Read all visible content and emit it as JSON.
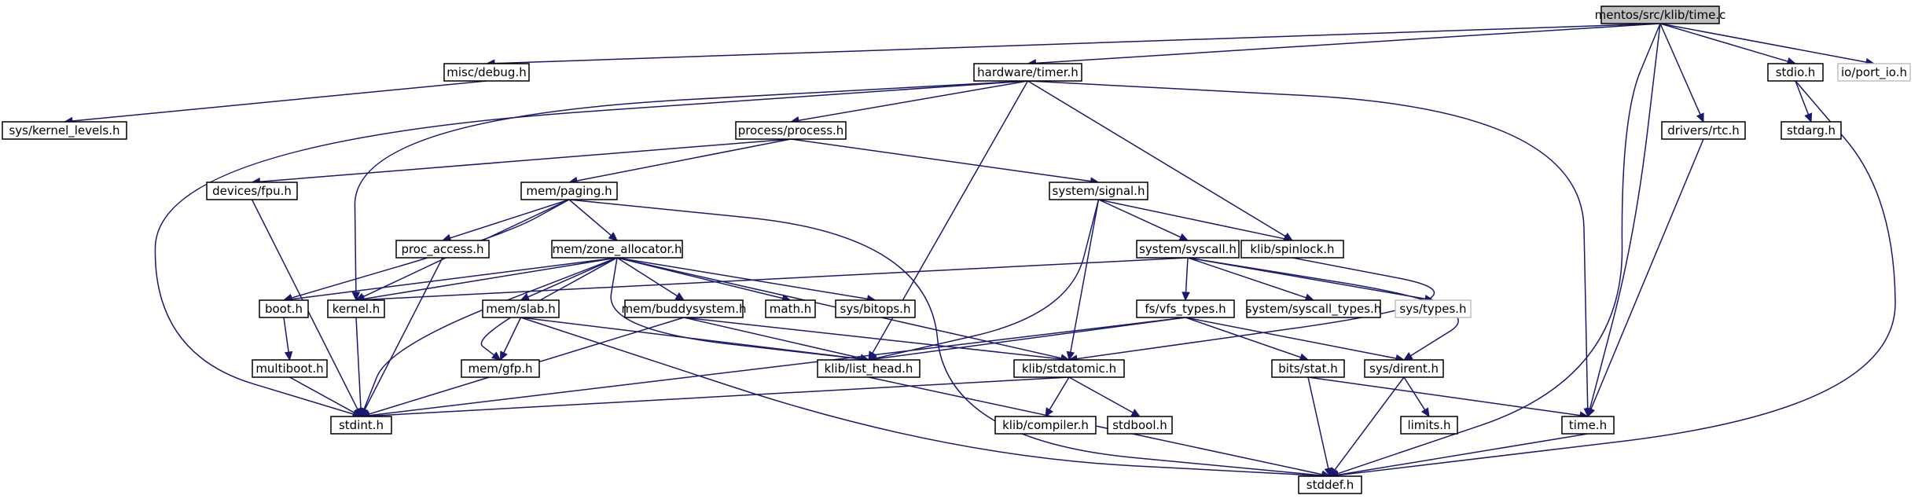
{
  "colors": {
    "edge": "#191970",
    "root_fill": "#bfbfbf",
    "external_border": "#bfbfbf"
  },
  "nodes": [
    {
      "id": "root",
      "label": "mentos/src/klib/time.c",
      "kind": "root"
    },
    {
      "id": "misc_debug",
      "label": "misc/debug.h"
    },
    {
      "id": "hardware_timer",
      "label": "hardware/timer.h"
    },
    {
      "id": "stdio",
      "label": "stdio.h"
    },
    {
      "id": "io_port_io",
      "label": "io/port_io.h",
      "kind": "external"
    },
    {
      "id": "sys_kernel_levels",
      "label": "sys/kernel_levels.h"
    },
    {
      "id": "process",
      "label": "process/process.h"
    },
    {
      "id": "drivers_rtc",
      "label": "drivers/rtc.h"
    },
    {
      "id": "stdarg",
      "label": "stdarg.h"
    },
    {
      "id": "devices_fpu",
      "label": "devices/fpu.h"
    },
    {
      "id": "mem_paging",
      "label": "mem/paging.h"
    },
    {
      "id": "system_signal",
      "label": "system/signal.h"
    },
    {
      "id": "proc_access",
      "label": "proc_access.h"
    },
    {
      "id": "zone_allocator",
      "label": "mem/zone_allocator.h"
    },
    {
      "id": "system_syscall",
      "label": "system/syscall.h"
    },
    {
      "id": "klib_spinlock",
      "label": "klib/spinlock.h"
    },
    {
      "id": "boot",
      "label": "boot.h"
    },
    {
      "id": "kernel",
      "label": "kernel.h"
    },
    {
      "id": "mem_slab",
      "label": "mem/slab.h"
    },
    {
      "id": "buddysystem",
      "label": "mem/buddysystem.h"
    },
    {
      "id": "math",
      "label": "math.h"
    },
    {
      "id": "sys_bitops",
      "label": "sys/bitops.h"
    },
    {
      "id": "fs_vfs_types",
      "label": "fs/vfs_types.h"
    },
    {
      "id": "syscall_types",
      "label": "system/syscall_types.h"
    },
    {
      "id": "sys_types",
      "label": "sys/types.h",
      "kind": "external"
    },
    {
      "id": "multiboot",
      "label": "multiboot.h"
    },
    {
      "id": "mem_gfp",
      "label": "mem/gfp.h"
    },
    {
      "id": "list_head",
      "label": "klib/list_head.h"
    },
    {
      "id": "stdatomic",
      "label": "klib/stdatomic.h"
    },
    {
      "id": "bits_stat",
      "label": "bits/stat.h"
    },
    {
      "id": "sys_dirent",
      "label": "sys/dirent.h"
    },
    {
      "id": "stdint",
      "label": "stdint.h"
    },
    {
      "id": "compiler",
      "label": "klib/compiler.h"
    },
    {
      "id": "stdbool",
      "label": "stdbool.h"
    },
    {
      "id": "limits",
      "label": "limits.h"
    },
    {
      "id": "time_h",
      "label": "time.h"
    },
    {
      "id": "stddef",
      "label": "stddef.h"
    }
  ],
  "edges": [
    {
      "from": "root",
      "to": "misc_debug"
    },
    {
      "from": "root",
      "to": "hardware_timer"
    },
    {
      "from": "root",
      "to": "stdio"
    },
    {
      "from": "root",
      "to": "io_port_io"
    },
    {
      "from": "root",
      "to": "drivers_rtc"
    },
    {
      "from": "root",
      "to": "time_h"
    },
    {
      "from": "root",
      "to": "stddef"
    },
    {
      "from": "misc_debug",
      "to": "sys_kernel_levels"
    },
    {
      "from": "hardware_timer",
      "to": "stdint"
    },
    {
      "from": "hardware_timer",
      "to": "kernel"
    },
    {
      "from": "hardware_timer",
      "to": "process"
    },
    {
      "from": "hardware_timer",
      "to": "list_head"
    },
    {
      "from": "hardware_timer",
      "to": "klib_spinlock"
    },
    {
      "from": "hardware_timer",
      "to": "time_h"
    },
    {
      "from": "stdio",
      "to": "stdarg"
    },
    {
      "from": "stdio",
      "to": "stddef"
    },
    {
      "from": "drivers_rtc",
      "to": "time_h"
    },
    {
      "from": "process",
      "to": "devices_fpu"
    },
    {
      "from": "process",
      "to": "mem_paging"
    },
    {
      "from": "process",
      "to": "system_signal"
    },
    {
      "from": "devices_fpu",
      "to": "stdint"
    },
    {
      "from": "mem_paging",
      "to": "proc_access"
    },
    {
      "from": "mem_paging",
      "to": "zone_allocator"
    },
    {
      "from": "mem_paging",
      "to": "boot"
    },
    {
      "from": "mem_paging",
      "to": "kernel"
    },
    {
      "from": "mem_paging",
      "to": "stddef"
    },
    {
      "from": "proc_access",
      "to": "stdint"
    },
    {
      "from": "system_signal",
      "to": "system_syscall"
    },
    {
      "from": "system_signal",
      "to": "klib_spinlock"
    },
    {
      "from": "system_signal",
      "to": "list_head"
    },
    {
      "from": "system_signal",
      "to": "stdatomic"
    },
    {
      "from": "klib_spinlock",
      "to": "stdatomic"
    },
    {
      "from": "zone_allocator",
      "to": "boot"
    },
    {
      "from": "zone_allocator",
      "to": "kernel"
    },
    {
      "from": "zone_allocator",
      "to": "mem_slab"
    },
    {
      "from": "zone_allocator",
      "to": "buddysystem"
    },
    {
      "from": "zone_allocator",
      "to": "math"
    },
    {
      "from": "zone_allocator",
      "to": "sys_bitops"
    },
    {
      "from": "zone_allocator",
      "to": "mem_gfp"
    },
    {
      "from": "zone_allocator",
      "to": "list_head"
    },
    {
      "from": "zone_allocator",
      "to": "stdatomic"
    },
    {
      "from": "zone_allocator",
      "to": "stdint"
    },
    {
      "from": "system_syscall",
      "to": "kernel"
    },
    {
      "from": "system_syscall",
      "to": "fs_vfs_types"
    },
    {
      "from": "system_syscall",
      "to": "syscall_types"
    },
    {
      "from": "system_syscall",
      "to": "sys_types"
    },
    {
      "from": "system_syscall",
      "to": "sys_dirent"
    },
    {
      "from": "boot",
      "to": "multiboot"
    },
    {
      "from": "kernel",
      "to": "stdint"
    },
    {
      "from": "multiboot",
      "to": "stdint"
    },
    {
      "from": "mem_slab",
      "to": "mem_gfp"
    },
    {
      "from": "mem_slab",
      "to": "list_head"
    },
    {
      "from": "mem_slab",
      "to": "stddef"
    },
    {
      "from": "buddysystem",
      "to": "list_head"
    },
    {
      "from": "buddysystem",
      "to": "stdatomic"
    },
    {
      "from": "buddysystem",
      "to": "stdint"
    },
    {
      "from": "fs_vfs_types",
      "to": "list_head"
    },
    {
      "from": "fs_vfs_types",
      "to": "stdint"
    },
    {
      "from": "fs_vfs_types",
      "to": "bits_stat"
    },
    {
      "from": "fs_vfs_types",
      "to": "sys_dirent"
    },
    {
      "from": "list_head",
      "to": "stddef"
    },
    {
      "from": "stdatomic",
      "to": "stdint"
    },
    {
      "from": "stdatomic",
      "to": "compiler"
    },
    {
      "from": "stdatomic",
      "to": "stdbool"
    },
    {
      "from": "bits_stat",
      "to": "time_h"
    },
    {
      "from": "bits_stat",
      "to": "stddef"
    },
    {
      "from": "sys_dirent",
      "to": "limits"
    },
    {
      "from": "sys_dirent",
      "to": "stddef"
    },
    {
      "from": "time_h",
      "to": "stddef"
    }
  ]
}
